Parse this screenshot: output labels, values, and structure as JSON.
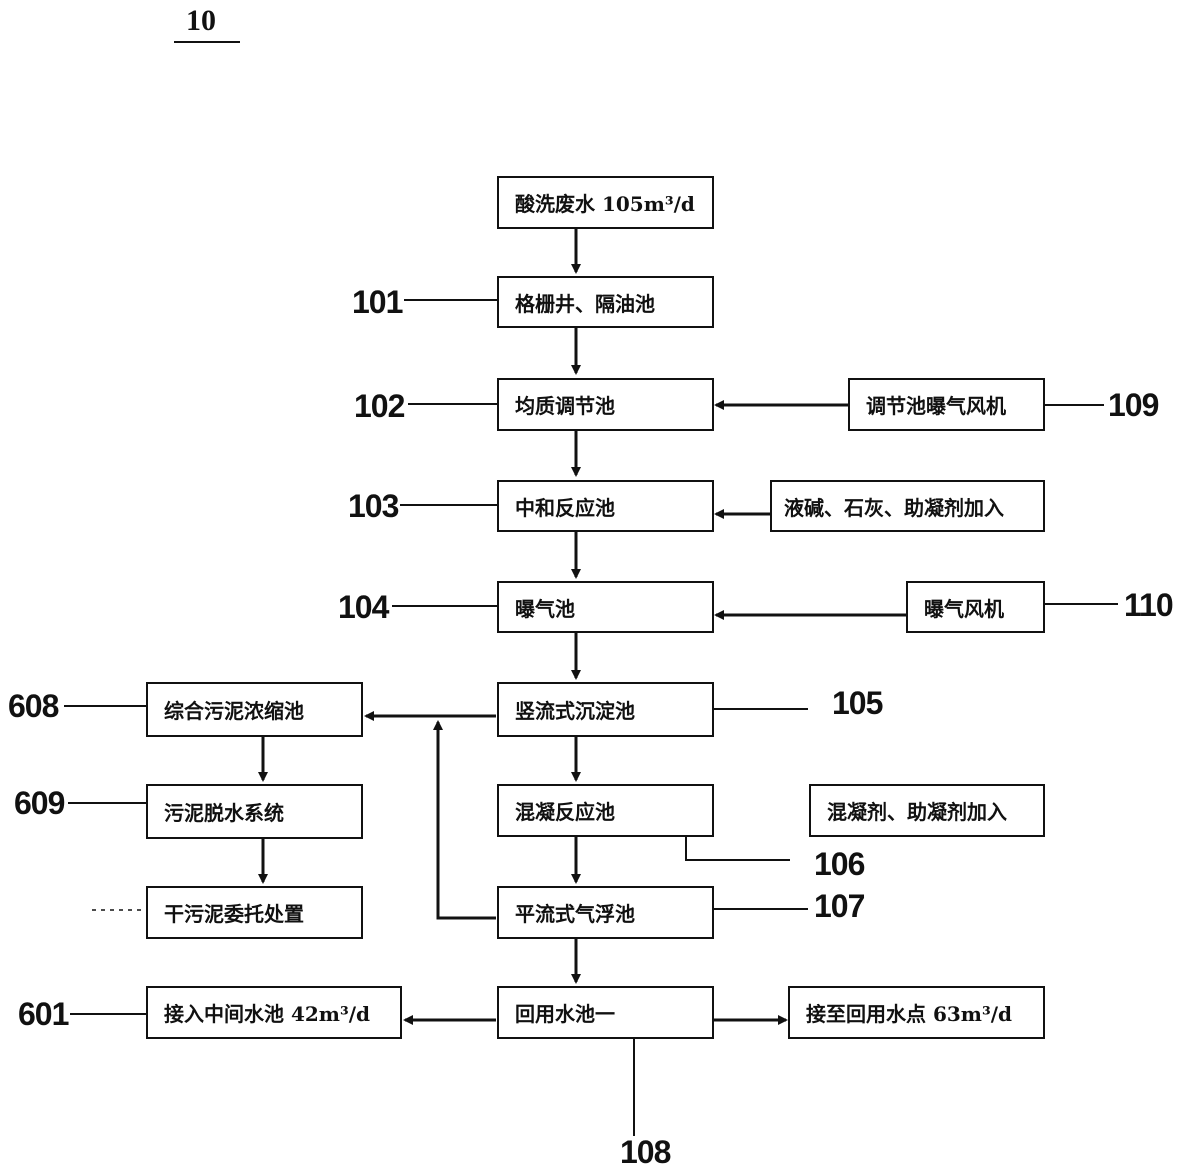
{
  "figure": {
    "title": "10"
  },
  "boxes": {
    "input": "酸洗废水  105m³/d",
    "grille": "格栅井、隔油池",
    "equalize": "均质调节池",
    "neutralize": "中和反应池",
    "aerate": "曝气池",
    "settle": "竖流式沉淀池",
    "coagulate": "混凝反应池",
    "flotation": "平流式气浮池",
    "reuse_pool": "回用水池一",
    "blower_equalize": "调节池曝气风机",
    "chem_neutral": "液碱、石灰、助凝剂加入",
    "blower_aerate": "曝气风机",
    "chem_coag": "混凝剂、助凝剂加入",
    "sludge_thicken": "综合污泥浓缩池",
    "sludge_dewater": "污泥脱水系统",
    "sludge_dispose": "干污泥委托处置",
    "to_middle_pool": "接入中间水池 42m³/d",
    "to_reuse_point": "接至回用水点 63m³/d"
  },
  "refs": {
    "r101": "101",
    "r102": "102",
    "r103": "103",
    "r104": "104",
    "r105": "105",
    "r106": "106",
    "r107": "107",
    "r108": "108",
    "r109": "109",
    "r110": "110",
    "r601": "601",
    "r608": "608",
    "r609": "609"
  }
}
